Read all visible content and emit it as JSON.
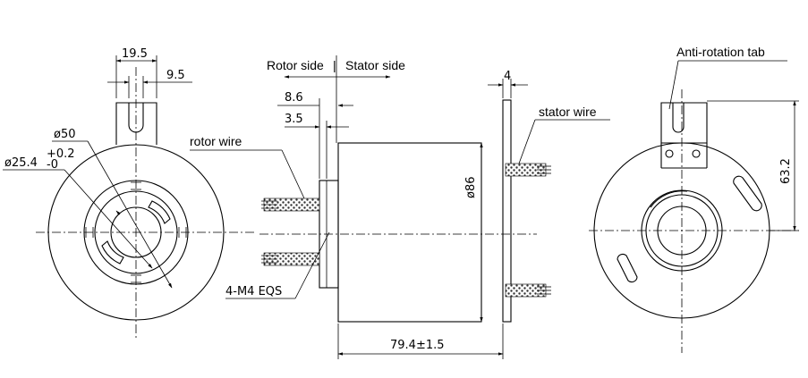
{
  "labels": {
    "rotor_side": "Rotor side",
    "divider": "|",
    "stator_side": "Stator side",
    "rotor_wire": "rotor wire",
    "stator_wire": "stator wire",
    "anti_rotation_tab": "Anti-rotation tab",
    "screws": "4-M4 EQS"
  },
  "dimensions": {
    "tab_width": "19.5",
    "tab_offset": "9.5",
    "outer_dia": "ø50",
    "bore_dia_base": "ø25.4",
    "bore_tol_upper": "+0.2",
    "bore_tol_lower": "-0",
    "flange_offset": "8.6",
    "flange_thick": "3.5",
    "tab_thick": "4",
    "body_dia": "ø86",
    "length": "79.4±1.5",
    "tab_height": "63.2"
  }
}
